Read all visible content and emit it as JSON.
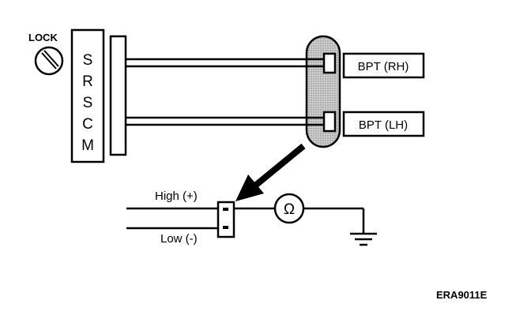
{
  "diagram": {
    "ignition": {
      "label": "LOCK"
    },
    "control_module": {
      "letters": [
        "S",
        "R",
        "S",
        "C",
        "M"
      ]
    },
    "connectors": [
      {
        "label": "BPT (RH)"
      },
      {
        "label": "BPT (LH)"
      }
    ],
    "meter": {
      "high_label": "High (+)",
      "low_label": "Low (-)",
      "symbol": "Ω"
    },
    "figure_code": "ERA9011E"
  }
}
